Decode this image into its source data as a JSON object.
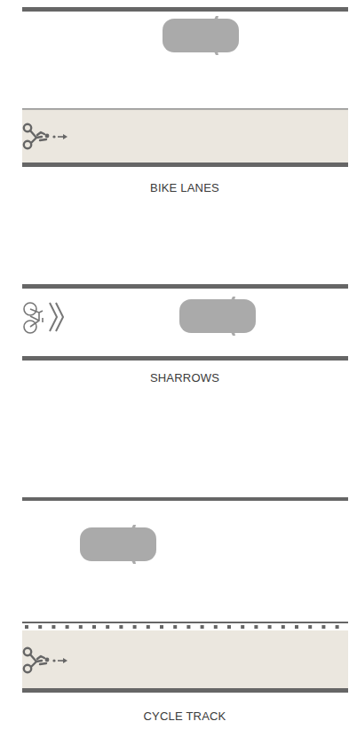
{
  "diagram": {
    "labels": [
      "BIKE LANES",
      "SHARROWS",
      "CYCLE TRACK"
    ]
  }
}
